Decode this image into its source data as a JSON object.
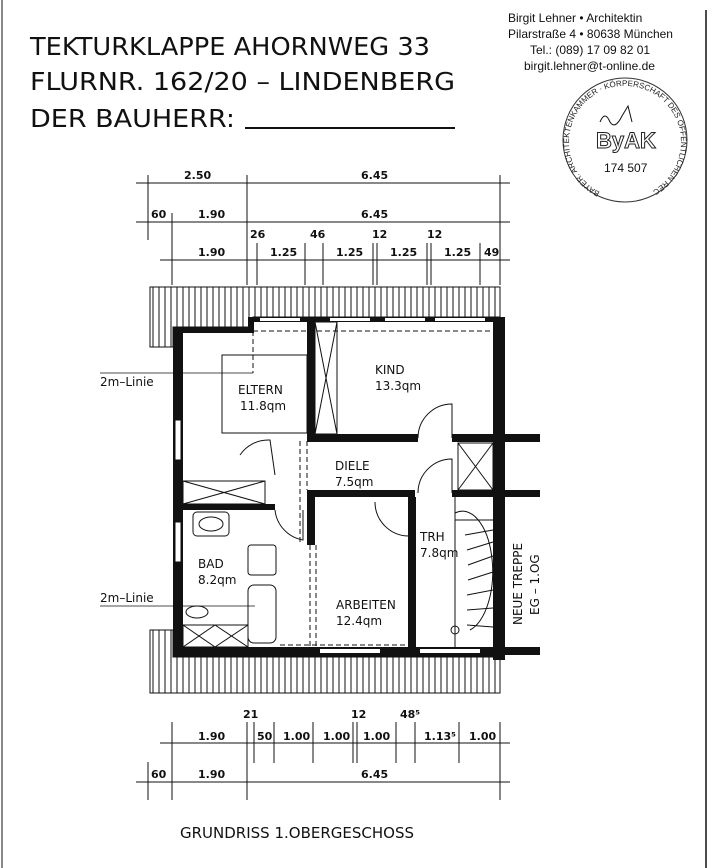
{
  "header": {
    "line1": "TEKTURKLAPPE AHORNWEG 33",
    "line2": "FLURNR. 162/20 – LINDENBERG",
    "line3": "DER BAUHERR:"
  },
  "stamp": {
    "name": "Birgit Lehner • Architektin",
    "address": "Pilarstraße 4 • 80638 München",
    "phone": "Tel.: (089) 17 09 82 01",
    "email": "birgit.lehner@t-online.de",
    "ring_text": "BAYER. ARCHITEKTENKAMMER · KÖRPERSCHAFT DES ÖFFENTLICHEN RECHTS",
    "logo": "ByAK",
    "number": "174 507"
  },
  "dimensions": {
    "top_row1": [
      "2.50",
      "6.45"
    ],
    "top_row2": [
      "60",
      "1.90",
      "6.45"
    ],
    "top_row3_small": [
      "26",
      "46",
      "12",
      "12"
    ],
    "top_row3": [
      "1.90",
      "1.25",
      "1.25",
      "1.25",
      "1.25",
      "49"
    ],
    "bottom_row1_small": [
      "21",
      "12",
      "48⁵"
    ],
    "bottom_row1": [
      "1.90",
      "50",
      "1.00",
      "1.00",
      "1.00",
      "1.13⁵",
      "1.00"
    ],
    "bottom_row2": [
      "60",
      "1.90",
      "6.45"
    ]
  },
  "rooms": [
    {
      "name": "ELTERN",
      "area": "11.8qm"
    },
    {
      "name": "KIND",
      "area": "13.3qm"
    },
    {
      "name": "DIELE",
      "area": "7.5qm"
    },
    {
      "name": "TRH",
      "area": "7.8qm"
    },
    {
      "name": "BAD",
      "area": "8.2qm"
    },
    {
      "name": "ARBEITEN",
      "area": "12.4qm"
    }
  ],
  "labels": {
    "line_2m_top": "2m–Linie",
    "line_2m_bottom": "2m–Linie",
    "stair_line1": "NEUE TREPPE",
    "stair_line2": "EG – 1.OG"
  },
  "caption": "GRUNDRISS 1.OBERGESCHOSS"
}
